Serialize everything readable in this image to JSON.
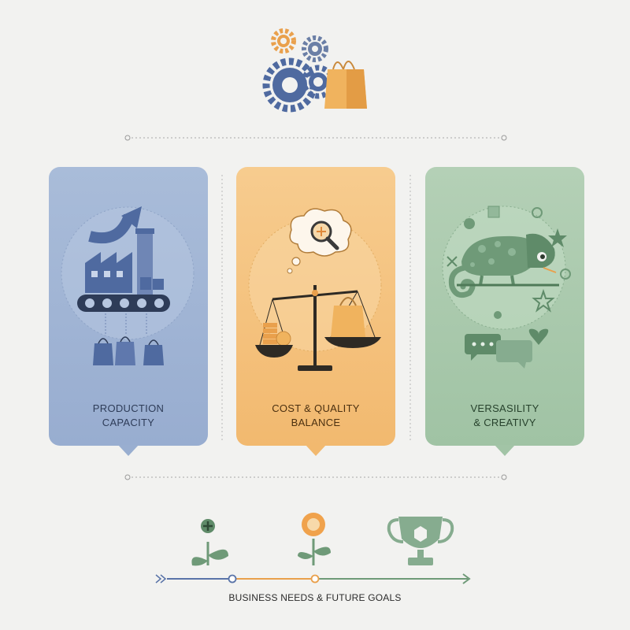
{
  "cards": [
    {
      "id": "production",
      "label": "PRODUCTION\nCAPACITY",
      "icon": "factory-conveyor-icon",
      "color": "#98add0"
    },
    {
      "id": "cost",
      "label": "COST & QUALITY\nBALANCE",
      "icon": "balance-scale-icon",
      "color": "#f2b96f"
    },
    {
      "id": "versatility",
      "label": "VERSASILITY\n& CREATIVY",
      "icon": "chameleon-icon",
      "color": "#a0c3a4"
    }
  ],
  "header_icons": [
    "gears-icon",
    "shopping-bag-icon"
  ],
  "timeline": {
    "label": "BUSINESS NEEDS & FUTURE GOALS",
    "milestones": [
      "sprout-icon",
      "flower-icon",
      "trophy-icon"
    ]
  },
  "colors": {
    "blue": "#5a74a8",
    "orange": "#e9a04c",
    "green": "#6f9a78",
    "background": "#f2f2f0"
  }
}
